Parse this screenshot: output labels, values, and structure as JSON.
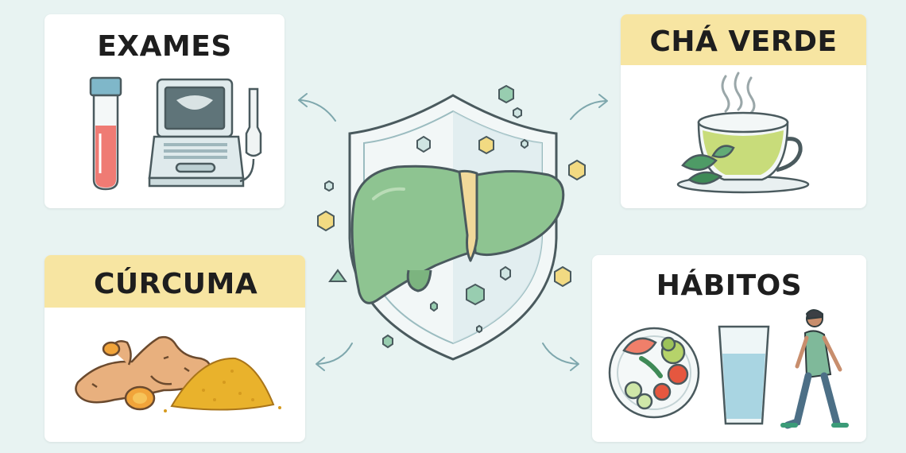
{
  "cards": {
    "exames": {
      "title": "EXAMES",
      "icon": "lab-test-ultrasound-icon"
    },
    "cha": {
      "title": "CHÁ VERDE",
      "icon": "green-tea-cup-icon"
    },
    "curcuma": {
      "title": "CÚRCUMA",
      "icon": "turmeric-root-powder-icon"
    },
    "habitos": {
      "title": "HÁBITOS",
      "icon": "healthy-habits-icon"
    }
  },
  "center": {
    "icon": "liver-shield-icon"
  },
  "colors": {
    "background": "#e8f3f2",
    "highlight_band": "#f7e5a2",
    "liver_green": "#8ec491",
    "shield": "#f2f7f7",
    "outline": "#4a5a5e"
  }
}
